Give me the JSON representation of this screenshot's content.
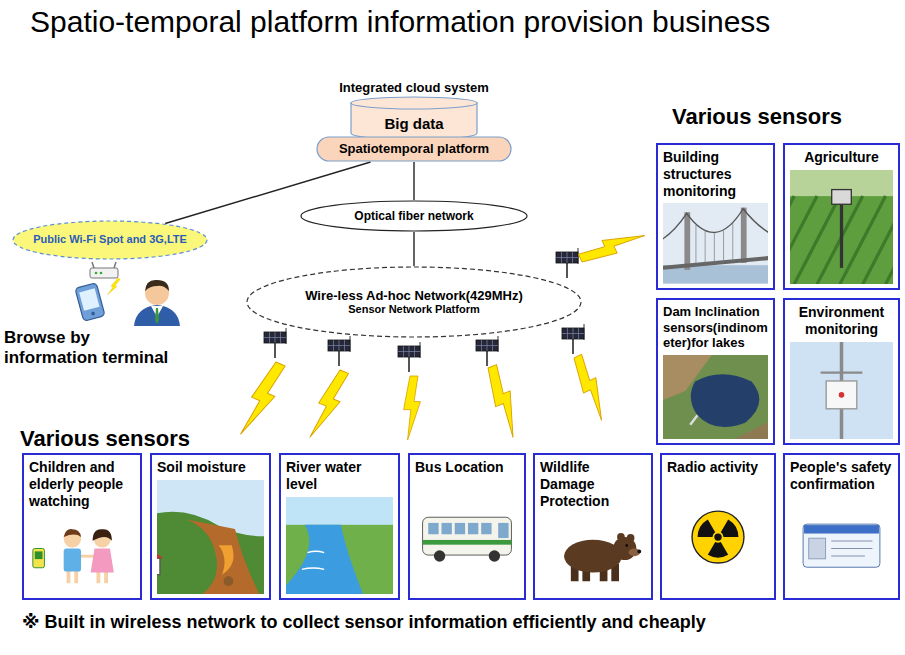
{
  "diagram": {
    "title": "Spatio-temporal platform information provision business",
    "caption": "※ Built in wireless network to collect sensor information efficiently and cheaply",
    "nodes": [
      {
        "text": [
          "Big data"
        ]
      },
      {
        "text": [
          "Spatiotemporal platform"
        ]
      },
      {
        "text": [
          "Public Wi-Fi Spot and 3G,LTE"
        ]
      },
      {
        "text": [
          "Optical fiber network"
        ]
      },
      {
        "text": [
          "Wire-less Ad-hoc Network(429MHz)",
          "Sensor Network Platform"
        ]
      },
      {
        "text": [
          "Building structures monitoring"
        ]
      },
      {
        "text": [
          "Agriculture"
        ]
      },
      {
        "text": [
          "Dam Inclination sensors(indinometer)for lakes"
        ]
      },
      {
        "text": [
          "Environment monitoring"
        ]
      },
      {
        "text": [
          "Children and elderly people watching"
        ]
      },
      {
        "text": [
          "Soil moisture"
        ]
      },
      {
        "text": [
          "River water level"
        ]
      },
      {
        "text": [
          "Bus Location"
        ]
      },
      {
        "text": [
          "Wildlife Damage Protection"
        ]
      },
      {
        "text": [
          "Radio activity"
        ]
      },
      {
        "text": [
          "People's safety confirmation"
        ]
      }
    ],
    "edges": [
      {
        "from": 1,
        "to": 2,
        "arrow": "none"
      },
      {
        "from": 1,
        "to": 3,
        "arrow": "none"
      },
      {
        "from": 3,
        "to": 4,
        "arrow": "none"
      }
    ],
    "labels": [
      "Integrated cloud system",
      "Browse by information terminal",
      "Various sensors",
      "Various sensors"
    ]
  }
}
